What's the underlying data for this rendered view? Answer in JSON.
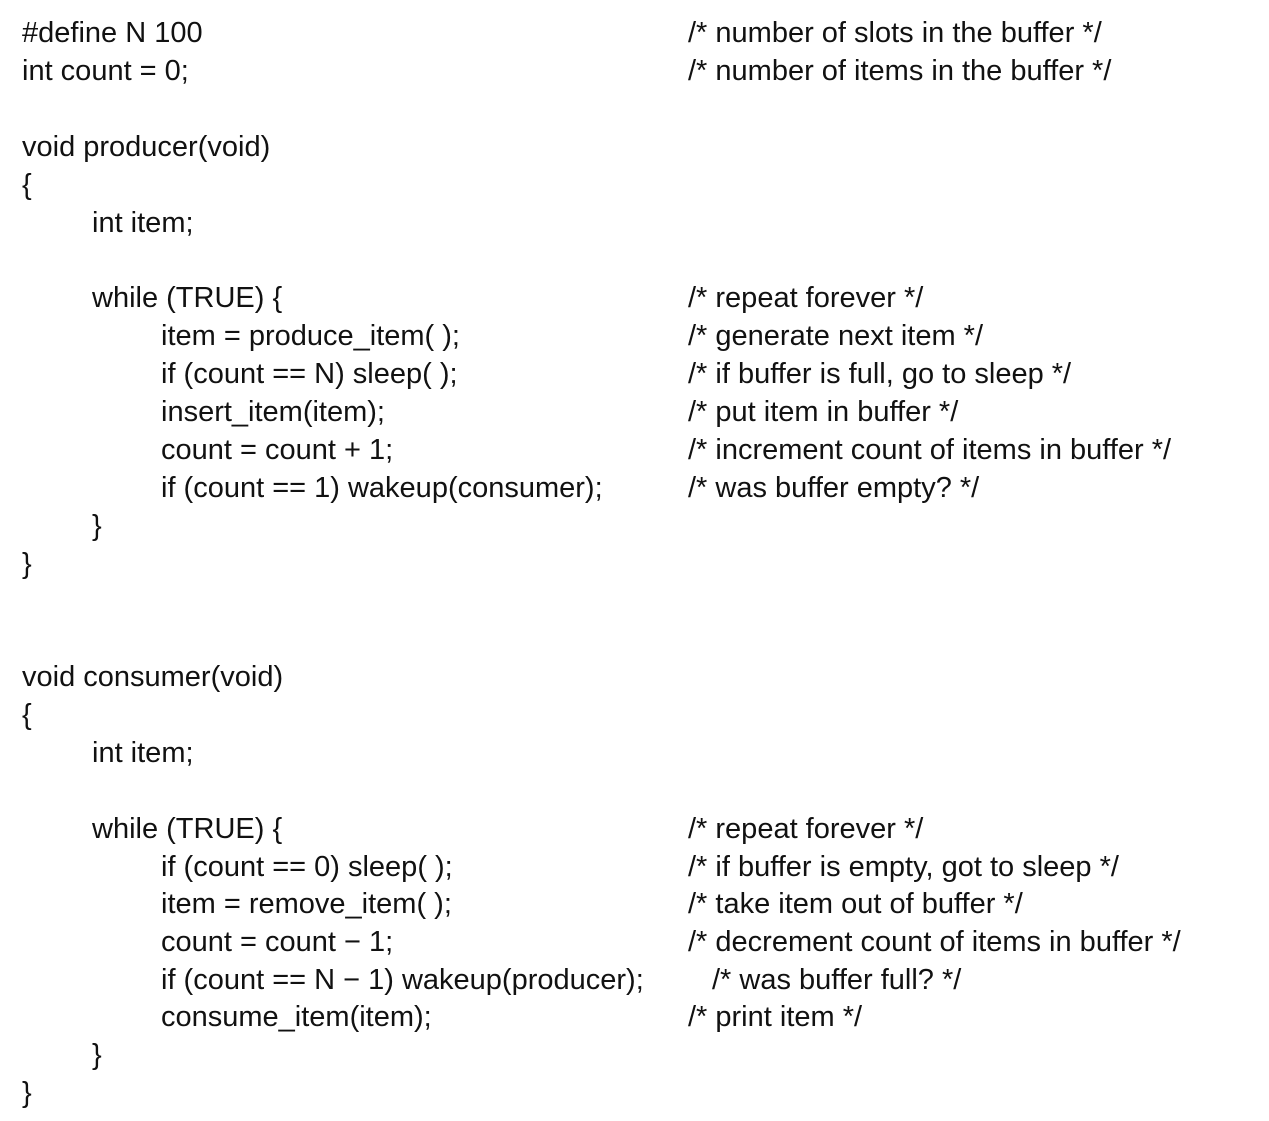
{
  "lines": [
    {
      "code": "#define N 100",
      "comment": "/* number of slots in the buffer */"
    },
    {
      "code": "int count = 0;",
      "comment": "/* number of items in the buffer */"
    },
    {
      "code": "",
      "comment": ""
    },
    {
      "code": "void producer(void)",
      "comment": ""
    },
    {
      "code": "{",
      "comment": ""
    },
    {
      "code": "int item;",
      "comment": ""
    },
    {
      "code": "",
      "comment": ""
    },
    {
      "code": "while (TRUE) {",
      "comment": "/* repeat forever */"
    },
    {
      "code": "item = produce_item( );",
      "comment": "/* generate next item */"
    },
    {
      "code": "if (count == N) sleep( );",
      "comment": "/* if buffer is full, go to sleep */"
    },
    {
      "code": "insert_item(item);",
      "comment": "/* put item in buffer */"
    },
    {
      "code": "count = count + 1;",
      "comment": "/* increment count of items in buffer */"
    },
    {
      "code": "if (count == 1) wakeup(consumer);",
      "comment": "/* was buffer empty? */"
    },
    {
      "code": "}",
      "comment": ""
    },
    {
      "code": "}",
      "comment": ""
    },
    {
      "code": "",
      "comment": ""
    },
    {
      "code": "",
      "comment": ""
    },
    {
      "code": "void consumer(void)",
      "comment": ""
    },
    {
      "code": "{",
      "comment": ""
    },
    {
      "code": "int item;",
      "comment": ""
    },
    {
      "code": "",
      "comment": ""
    },
    {
      "code": "while (TRUE) {",
      "comment": "/* repeat forever */"
    },
    {
      "code": "if (count == 0) sleep( );",
      "comment": "/* if buffer is empty, got to sleep */"
    },
    {
      "code": "item = remove_item( );",
      "comment": "/* take item out of buffer */"
    },
    {
      "code": "count = count − 1;",
      "comment": "/* decrement count of items in buffer */"
    },
    {
      "code": "if (count == N − 1) wakeup(producer);",
      "comment": "/* was buffer full? */"
    },
    {
      "code": "consume_item(item);",
      "comment": "/* print item */"
    },
    {
      "code": "}",
      "comment": ""
    },
    {
      "code": "}",
      "comment": ""
    }
  ]
}
